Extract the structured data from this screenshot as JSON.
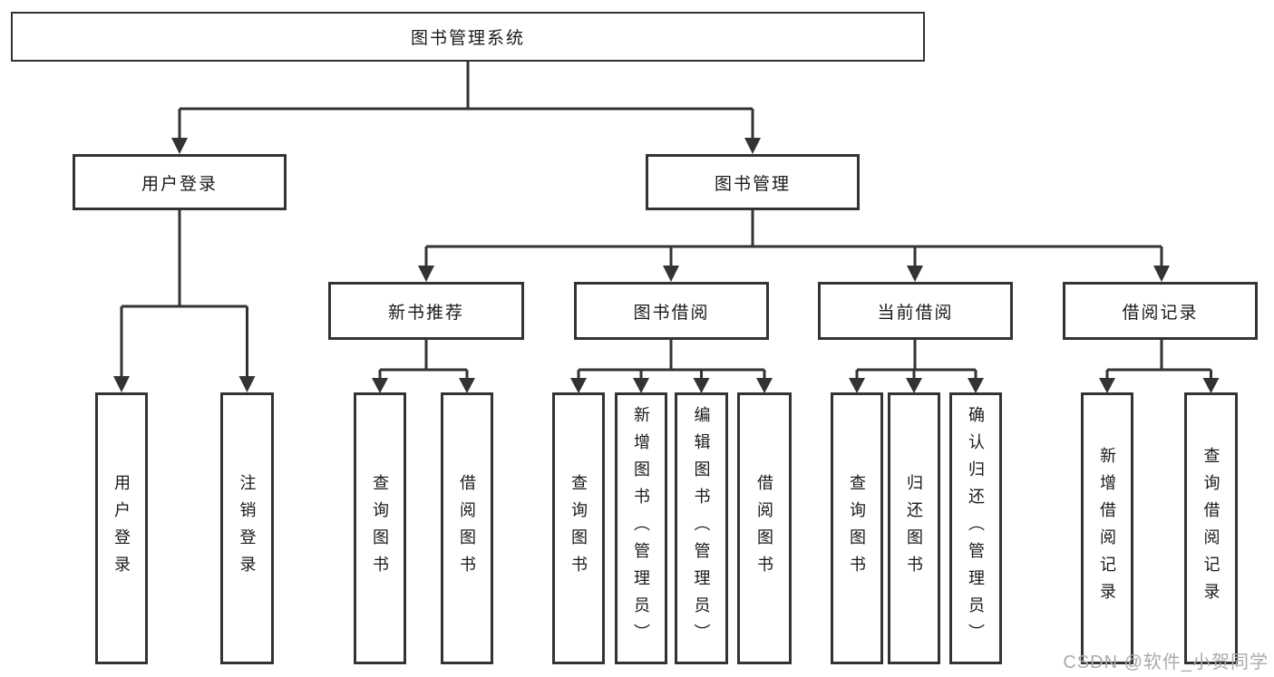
{
  "diagram": {
    "root": {
      "label": "图书管理系统"
    },
    "level2": [
      "用户登录",
      "图书管理"
    ],
    "level3": [
      "新书推荐",
      "图书借阅",
      "当前借阅",
      "借阅记录"
    ],
    "leaves": {
      "user": [
        "用户登录",
        "注销登录"
      ],
      "recommend": [
        "查询图书",
        "借阅图书"
      ],
      "borrow": [
        "查询图书",
        "新增图书（管理员）",
        "编辑图书（管理员）",
        "借阅图书"
      ],
      "current": [
        "查询图书",
        "归还图书",
        "确认归还（管理员）"
      ],
      "records": [
        "新增借阅记录",
        "查询借阅记录"
      ]
    }
  },
  "watermark": {
    "text": "CSDN @软件_小贺同学",
    "color": "#ababab"
  },
  "colors": {
    "line": "#333333",
    "border": "#333333",
    "text": "#1a1a1a",
    "bg": "#ffffff"
  }
}
